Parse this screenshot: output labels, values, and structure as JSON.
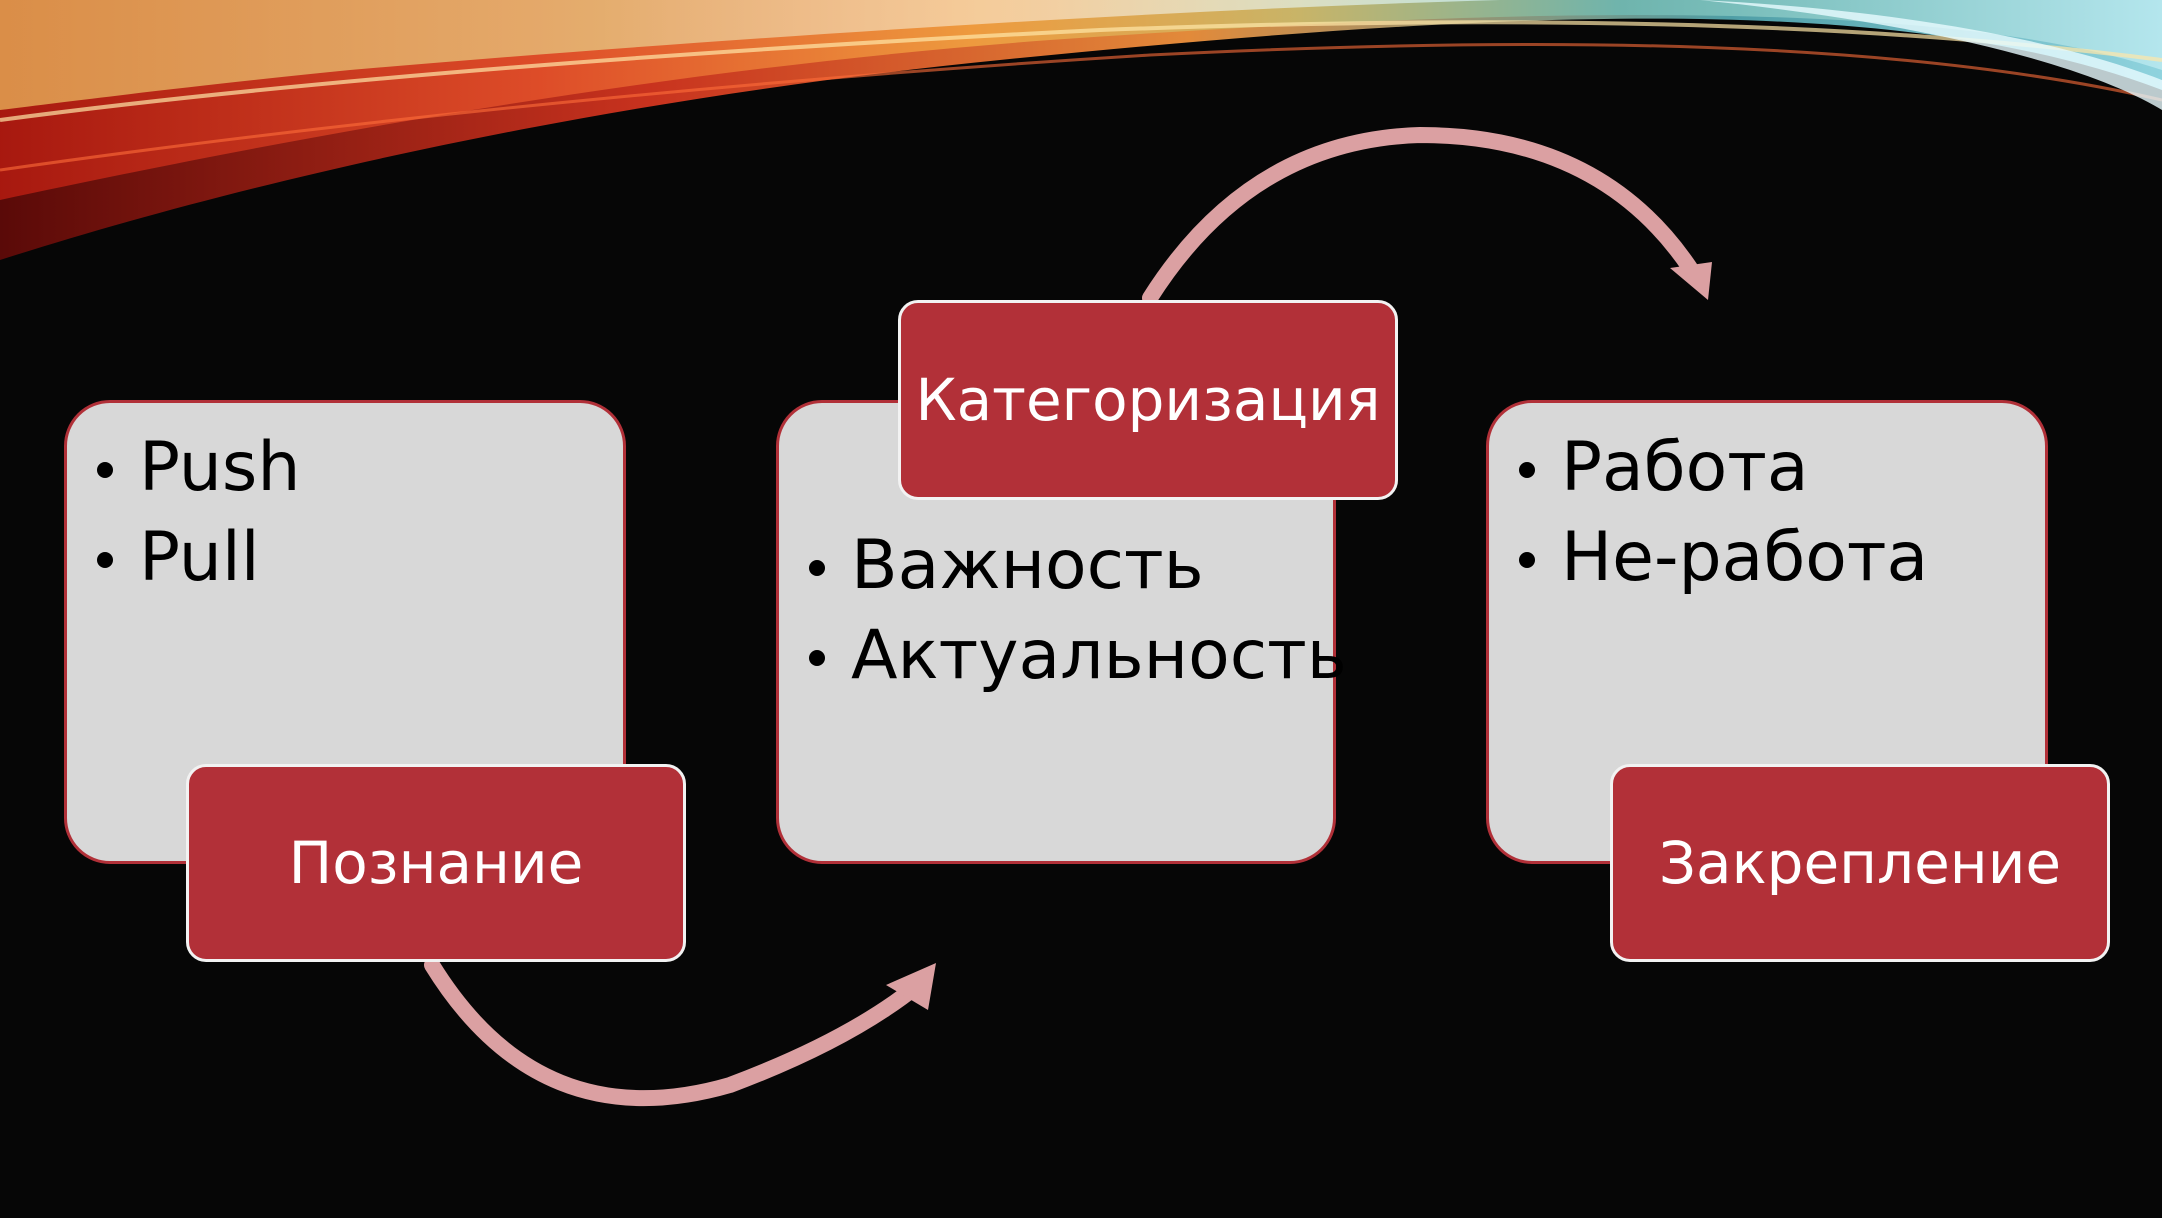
{
  "colors": {
    "background": "#060606",
    "box_fill": "#d8d8d8",
    "label_fill": "#b23038",
    "arrow": "#dba0a2"
  },
  "steps": [
    {
      "label": "Познание",
      "items": [
        "Push",
        "Pull"
      ]
    },
    {
      "label": "Категоризация",
      "items": [
        "Важность",
        "Актуальность"
      ]
    },
    {
      "label": "Закрепление",
      "items": [
        "Работа",
        "Не-работа"
      ]
    }
  ]
}
